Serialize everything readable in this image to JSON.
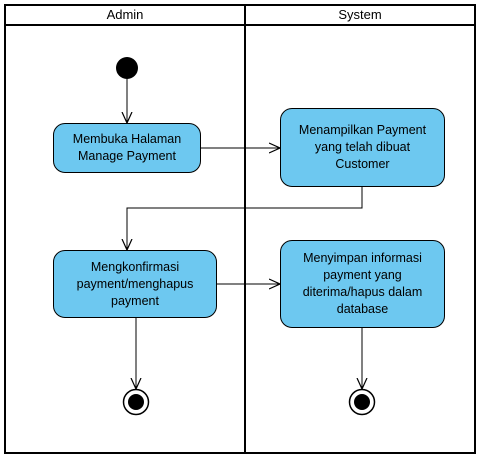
{
  "lanes": {
    "admin": "Admin",
    "system": "System"
  },
  "actions": {
    "open_page": "Membuka Halaman\nManage Payment",
    "show_payment": "Menampilkan Payment\nyang telah dibuat\nCustomer",
    "confirm_delete": "Mengkonfirmasi\npayment/menghapus\npayment",
    "save_info": "Menyimpan informasi\npayment yang\nditerima/hapus dalam\ndatabase"
  },
  "colors": {
    "action_fill": "#6dc8f0",
    "stroke": "#000000"
  }
}
